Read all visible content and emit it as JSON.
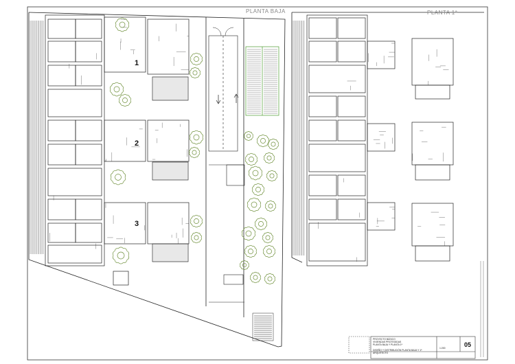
{
  "plans": {
    "ground": {
      "title": "PLANTA BAJA"
    },
    "first": {
      "title": "PLANTA 1ª"
    }
  },
  "units": [
    "1",
    "2",
    "3"
  ],
  "titleblock": {
    "sheet_number": "05",
    "scale": "1:200",
    "lines": [
      "PROYECTO BÁSICO",
      "VIVIENDAS PROTEGIDAS",
      "PLANTA BAJA Y PLANTA 1ª",
      "DISEÑO Y DISTRIBUCIÓN PLANTA BAJA Y 1ª",
      "ARQUITECTO"
    ]
  },
  "colors": {
    "line": "#222222",
    "hatch": "#555555",
    "tree": "#6e8f3a",
    "green_accent": "#4d9a2e",
    "frame": "#333333"
  }
}
